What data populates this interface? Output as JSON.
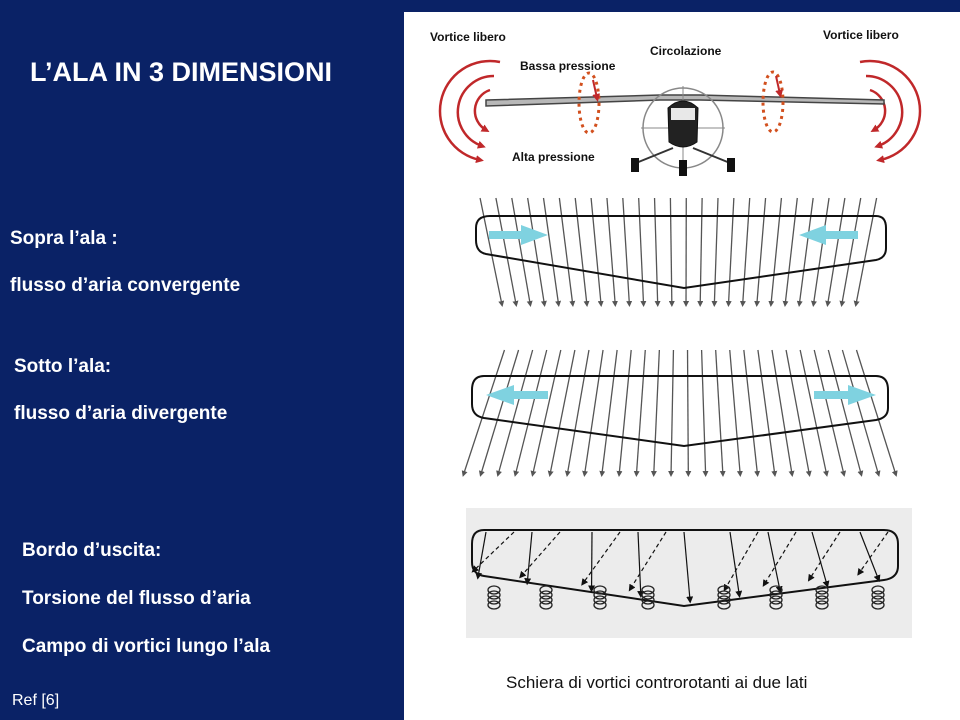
{
  "slide": {
    "title": "L’ALA IN 3 DIMENSIONI",
    "sections": {
      "above": {
        "heading": "Sopra l’ala :",
        "text": "flusso d’aria convergente"
      },
      "below": {
        "heading": "Sotto l’ala:",
        "text": "flusso d’aria divergente"
      },
      "trailing_edge": {
        "heading": "Bordo d’uscita:",
        "line1": "Torsione del flusso d’aria",
        "line2": "Campo di vortici lungo l’ala"
      }
    },
    "reference": "Ref [6]"
  },
  "diagram": {
    "labels": {
      "vortex_left": "Vortice  libero",
      "vortex_right": "Vortice libero",
      "low_pressure": "Bassa pressione",
      "circulation": "Circolazione",
      "high_pressure": "Alta pressione"
    },
    "caption": "Schiera di vortici controrotanti ai due lati",
    "colors": {
      "vortex": "#c0282a",
      "circulation": "#d2501e",
      "flow_arrow": "#7fd2e0",
      "stream": "#555555"
    },
    "icons": [
      "vortex-icon",
      "airplane-icon",
      "flow-arrow-icon"
    ]
  }
}
